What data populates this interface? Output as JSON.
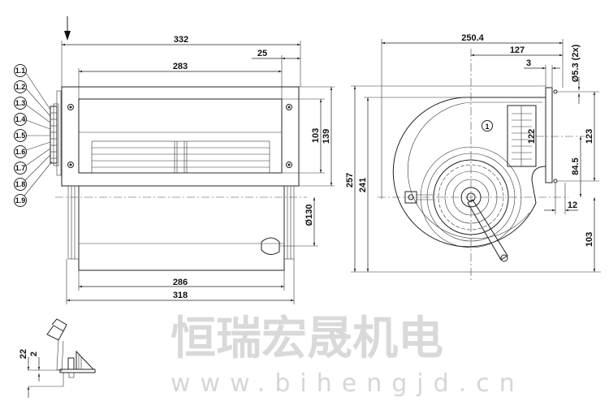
{
  "title": "Centrifugal blower dimension drawing",
  "left_view": {
    "dims": {
      "overall_width": "332",
      "flange_offset": "25",
      "inlet_width": "283",
      "window_height": "103",
      "plate_height": "139",
      "wheel_diameter": "Ø130",
      "housing_width": "286",
      "foot_width": "318"
    },
    "terminal_labels": [
      "1.1",
      "1.2",
      "1.3",
      "1.4",
      "1.5",
      "1.6",
      "1.7",
      "1.8",
      "1.9"
    ]
  },
  "right_view": {
    "dims": {
      "overall_width": "250.4",
      "center_to_plate": "127",
      "plate_thickness": "3",
      "hole_diameter": "Ø5.3 (2x)",
      "overall_height": "257",
      "housing_height": "241",
      "terminal_height": "122",
      "hole_spacing": "123",
      "hole_to_center": "84.5",
      "center_to_bottom": "103",
      "hole_offset": "12"
    },
    "callout": "1"
  },
  "detail_view": {
    "dims": {
      "height_total": "22",
      "height_small": "2"
    }
  },
  "watermark": {
    "chinese": "恒瑞宏晟机电",
    "url": "www.bihengjd.cn"
  }
}
